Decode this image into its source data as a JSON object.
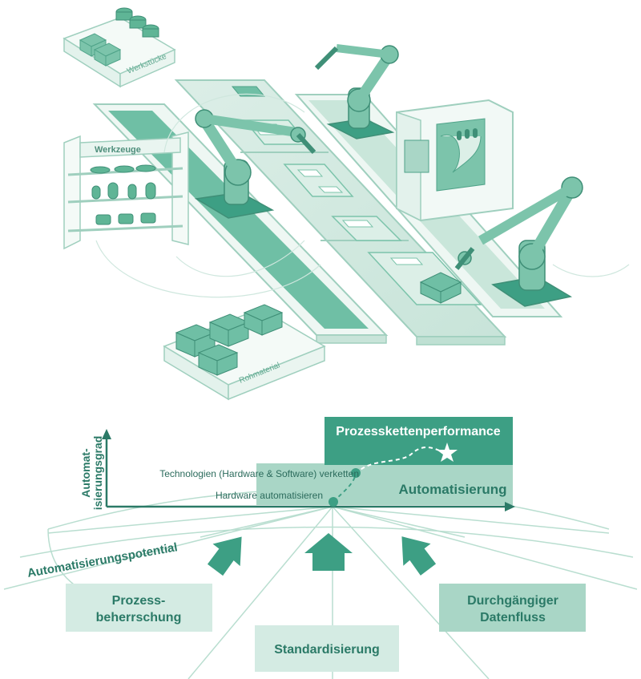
{
  "illustration": {
    "pallet_workpieces_label": "Werkstücke",
    "rack_tools_label": "Werkzeuge",
    "pallet_raw_label": "Rohmaterial"
  },
  "diagram": {
    "y_axis_label_line1": "Automat-",
    "y_axis_label_line2": "isierungsgrad",
    "top_box_label": "Prozesskettenperformance",
    "mid_box_label": "Automatisierung",
    "step_hardware": "Hardware automatisieren",
    "step_technologies": "Technologien (Hardware & Software) verketten",
    "arc_label": "Automatisierungspotential",
    "pillar_left_line1": "Prozess-",
    "pillar_left_line2": "beherrschung",
    "pillar_center": "Standardisierung",
    "pillar_right_line1": "Durchgängiger",
    "pillar_right_line2": "Datenfluss"
  },
  "colors": {
    "primary": "#3d9f84",
    "dark": "#2b7a67",
    "light": "#d4ebe3",
    "mid": "#a9d6c6",
    "outline": "#9fcfbe"
  }
}
